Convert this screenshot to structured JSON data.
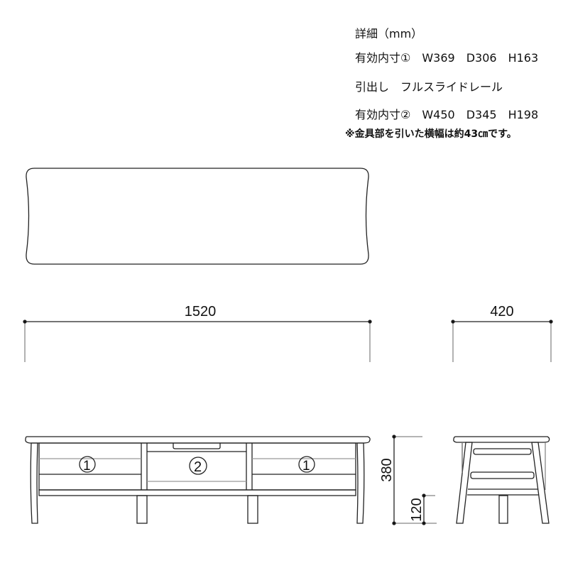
{
  "specs": {
    "title": "詳細（mm）",
    "inner1": "有効内寸①　W369　D306　H163",
    "drawer": "引出し　フルスライドレール",
    "inner2": "有効内寸②　W450　D345　H198",
    "note": "※金具部を引いた横幅は約43㎝です。"
  },
  "dimensions": {
    "width": "1520",
    "depth": "420",
    "height": "380",
    "leg_clearance": "120"
  },
  "drawer_labels": [
    "①",
    "②",
    "①"
  ],
  "colors": {
    "line": "#222222",
    "light_line": "#999999"
  }
}
